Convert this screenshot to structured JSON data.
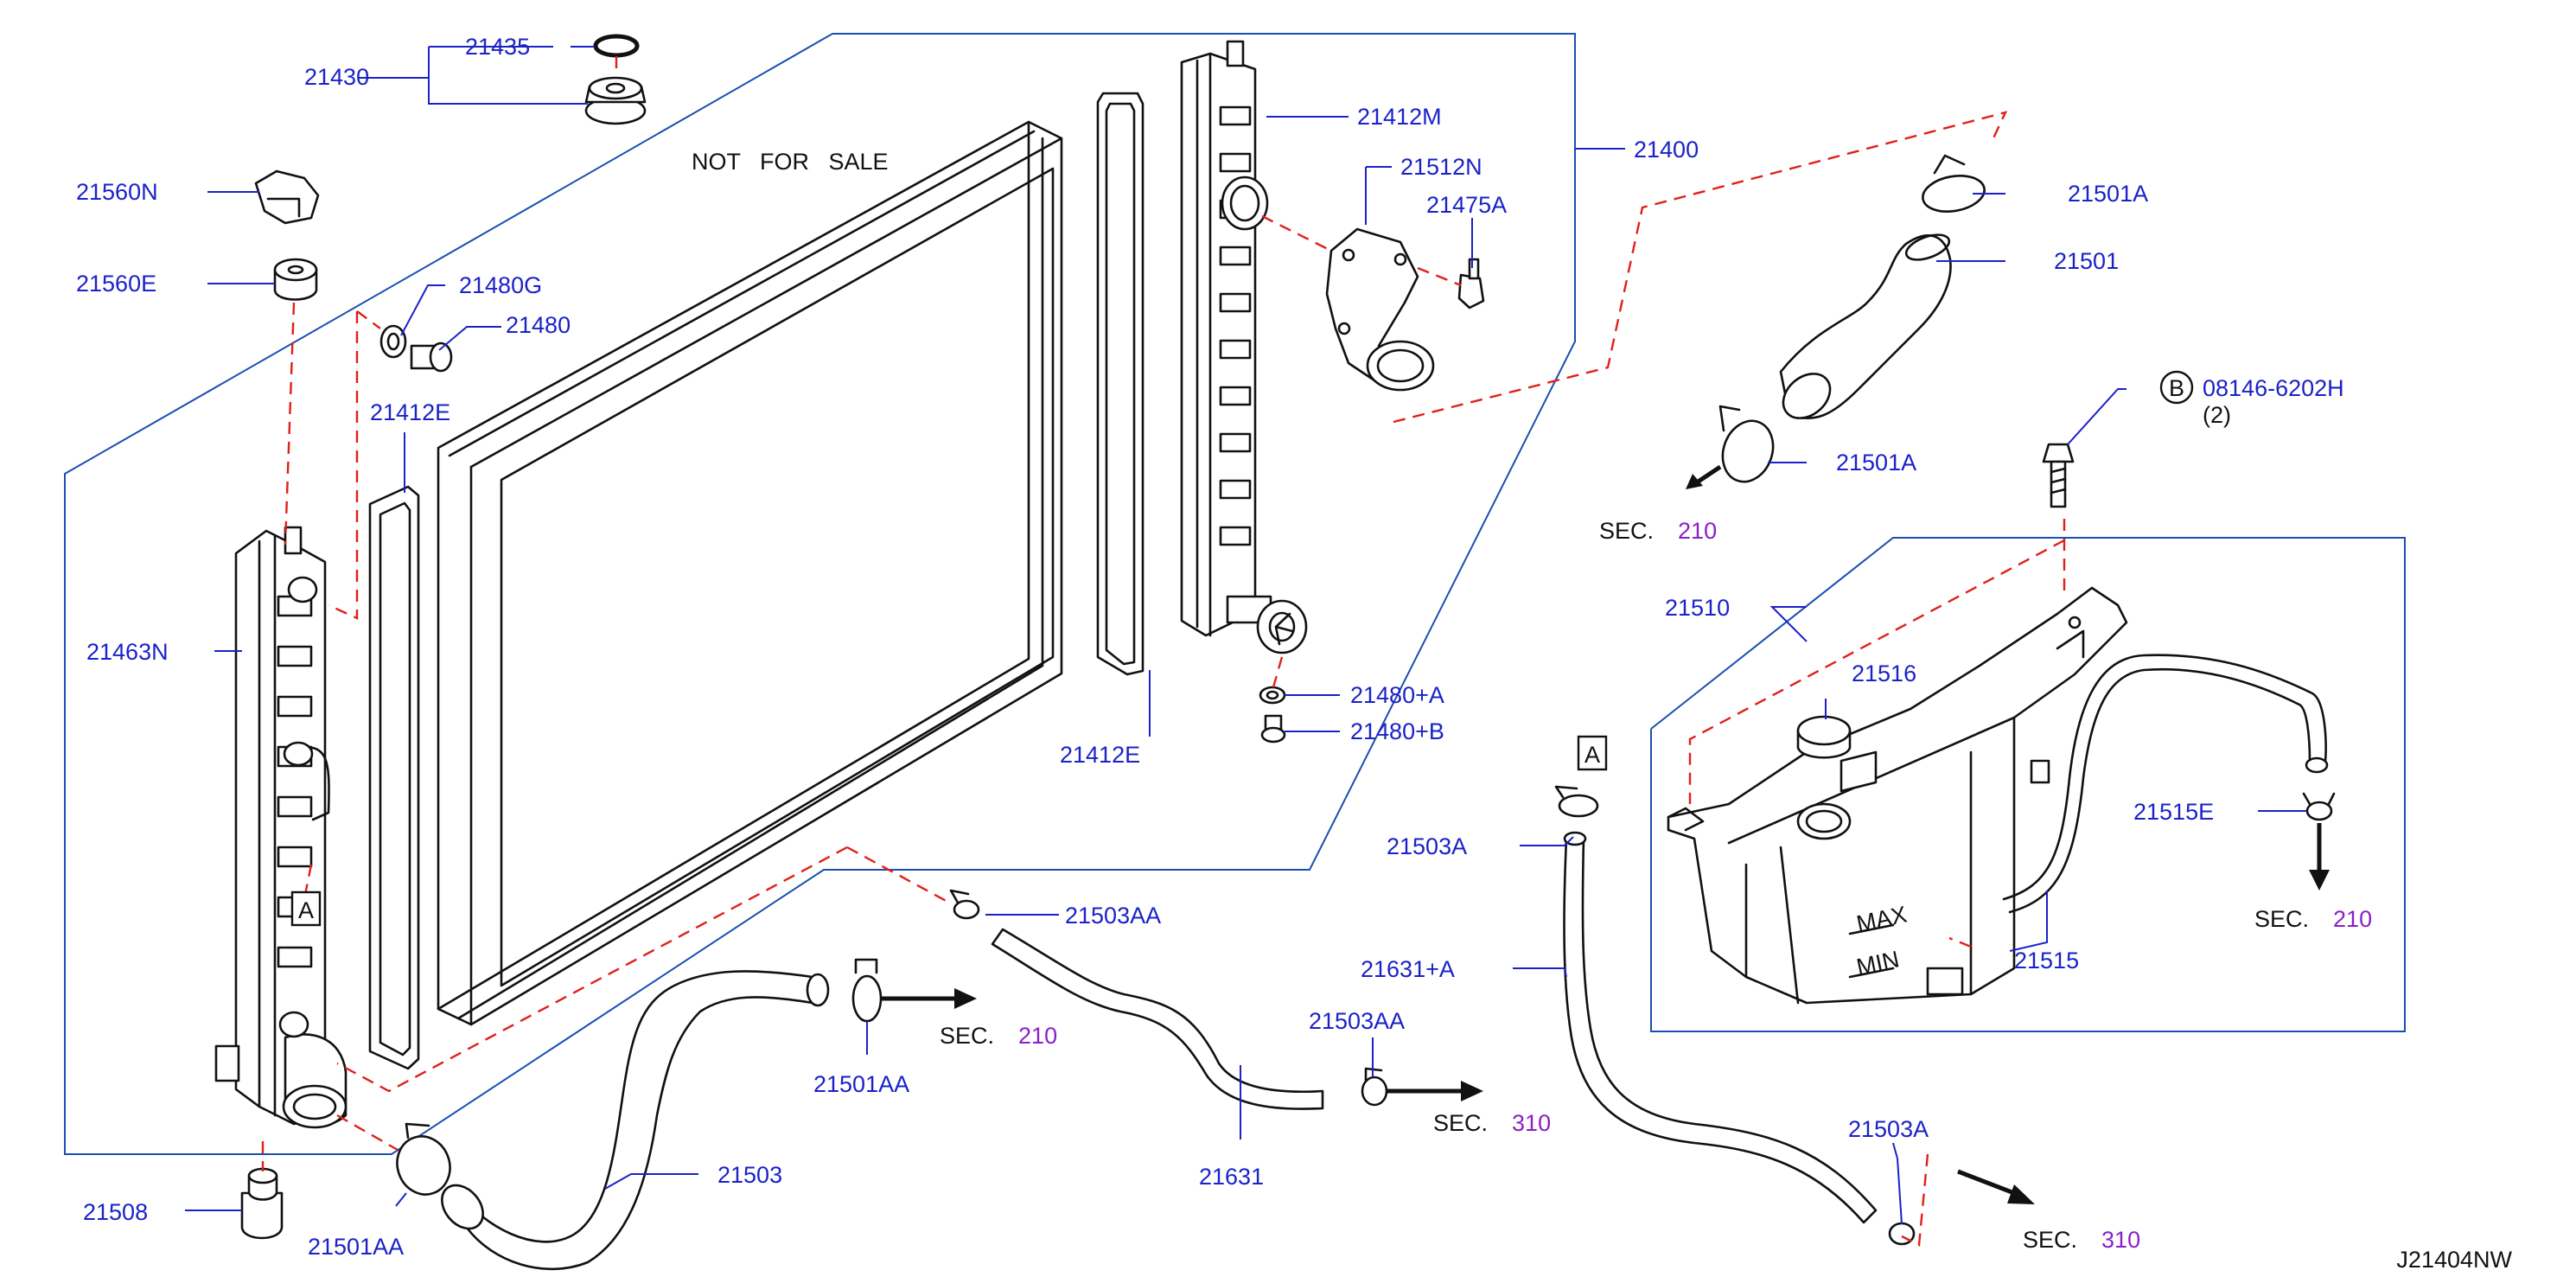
{
  "diagram": {
    "not_for_sale": "NOT   FOR   SALE",
    "drawing_code": "J21404NW",
    "bolt_circle_letter": "B",
    "bolt_qty": "(2)",
    "ref_a_upper": "A",
    "ref_a_lower": "A",
    "tank_max": "MAX",
    "tank_min": "MIN",
    "part_labels": {
      "p21435": "21435",
      "p21430": "21430",
      "p21560N": "21560N",
      "p21560E": "21560E",
      "p21480G": "21480G",
      "p21480": "21480",
      "p21412E_left": "21412E",
      "p21463N": "21463N",
      "p21412M": "21412M",
      "p21512N": "21512N",
      "p21475A": "21475A",
      "p21400": "21400",
      "p21501A_top": "21501A",
      "p21501": "21501",
      "p08146": "08146-6202H",
      "p21501A_mid": "21501A",
      "p21510": "21510",
      "p21516": "21516",
      "p21480A": "21480+A",
      "p21480B": "21480+B",
      "p21412E_right": "21412E",
      "p21503A_mid": "21503A",
      "p21515E": "21515E",
      "p21503AA_top": "21503AA",
      "p21631A": "21631+A",
      "p21515": "21515",
      "p21501AA_right": "21501AA",
      "p21503AA_bot": "21503AA",
      "p21503": "21503",
      "p21631": "21631",
      "p21503A_bot": "21503A",
      "p21508": "21508",
      "p21501AA_left": "21501AA"
    },
    "section_refs": [
      {
        "prefix": "SEC.",
        "number": "210"
      },
      {
        "prefix": "SEC.",
        "number": "210"
      },
      {
        "prefix": "SEC.",
        "number": "210"
      },
      {
        "prefix": "SEC.",
        "number": "310"
      },
      {
        "prefix": "SEC.",
        "number": "310"
      }
    ]
  },
  "colors": {
    "label": "#1a22c8",
    "section_number": "#8a1fc8",
    "leader": "#1a22c8",
    "dashed_guide": "#e0201a",
    "frame": "#1a4fb0",
    "line_art": "#111111"
  }
}
